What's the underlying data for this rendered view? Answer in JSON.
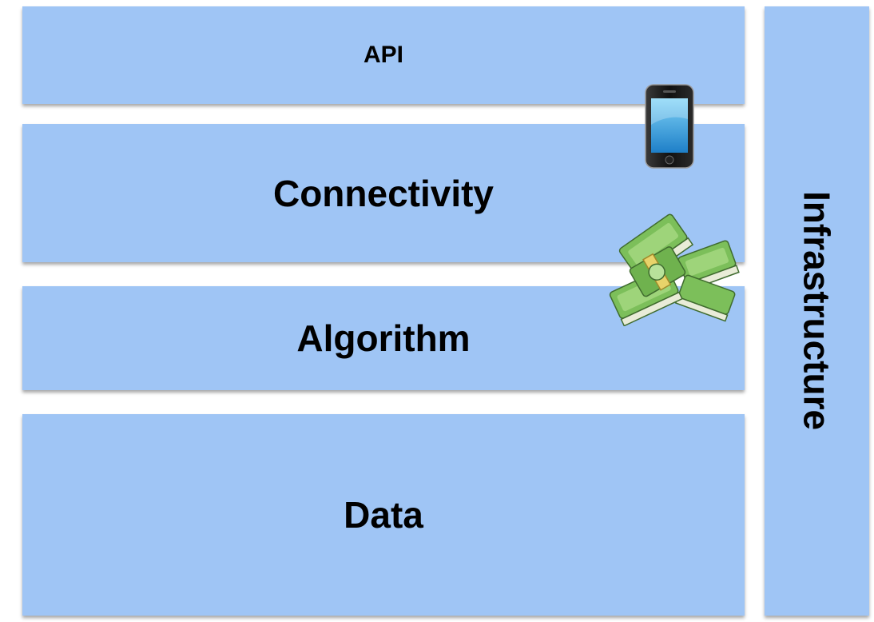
{
  "layers": {
    "api": "API",
    "connectivity": "Connectivity",
    "algorithm": "Algorithm",
    "data": "Data",
    "infrastructure": "Infrastructure"
  },
  "icons": {
    "phone": "smartphone-icon",
    "money": "cash-stack-icon"
  },
  "colors": {
    "layer_fill": "#9fc5f5",
    "text": "#000000"
  }
}
